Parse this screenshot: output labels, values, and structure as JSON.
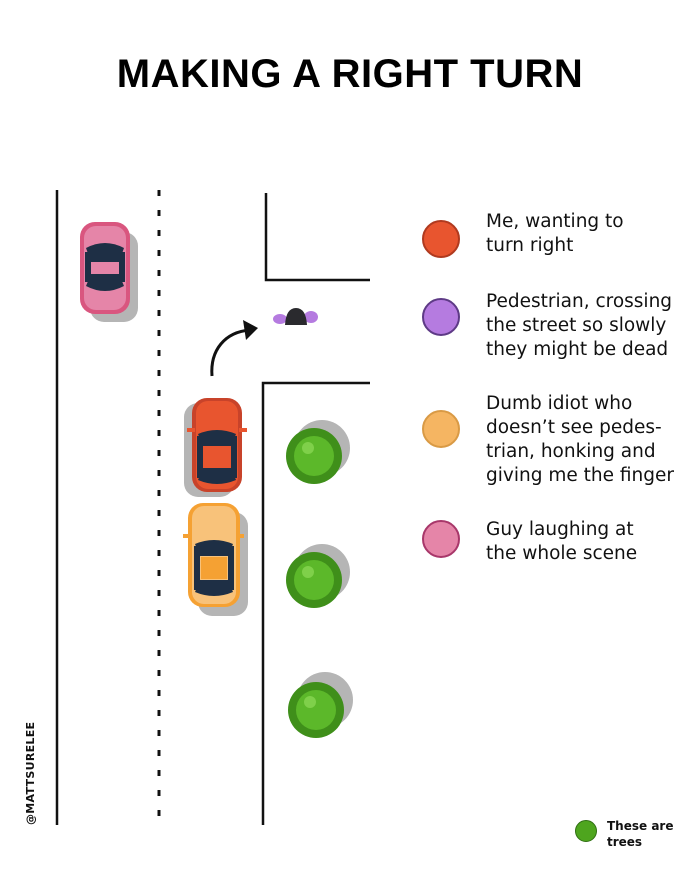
{
  "title": "MAKING A RIGHT TURN",
  "legend": [
    {
      "label": "Me, wanting to\nturn right",
      "fill": "#e8552f",
      "stroke": "#b03a1f"
    },
    {
      "label": "Pedestrian, crossing\nthe street so slowly\nthey might be dead",
      "fill": "#b57be0",
      "stroke": "#5e3a86"
    },
    {
      "label": "Dumb idiot who\ndoesn’t see pedes-\ntrian, honking and\ngiving me the finger",
      "fill": "#f5b562",
      "stroke": "#d99a45"
    },
    {
      "label": "Guy laughing at\nthe whole scene",
      "fill": "#e585a8",
      "stroke": "#a8376a"
    }
  ],
  "trees_legend": {
    "label": "These are\ntrees",
    "fill": "#4ea51e"
  },
  "watermark": "@MATTSURELEE",
  "colors": {
    "my_car": "#e8552f",
    "honking_car": "#f5a133",
    "laughing_car": "#e06a98",
    "pedestrian": "#b57be0",
    "windows": "#1e2f45",
    "tree": "#4ea51e",
    "shadow": "#b5b5b5"
  }
}
